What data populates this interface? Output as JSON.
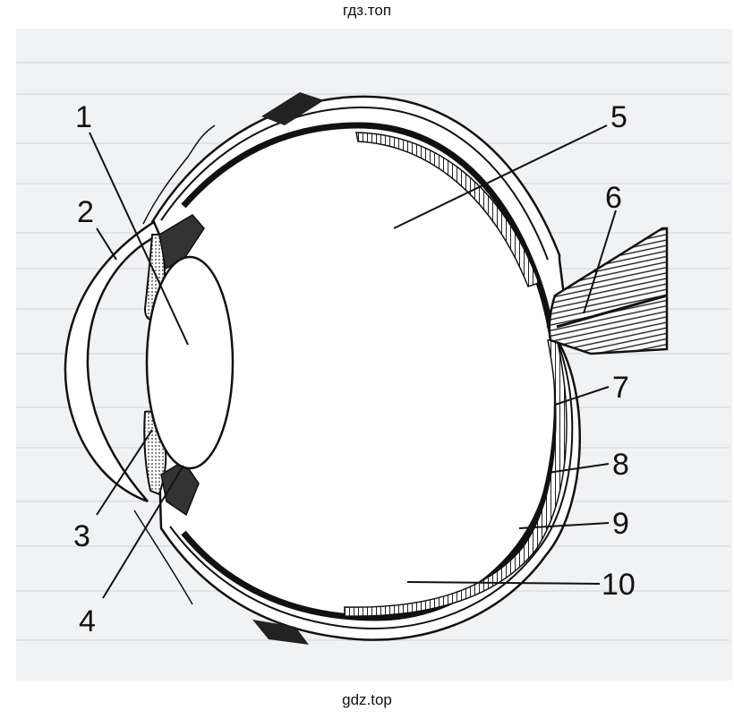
{
  "watermark_top": "гдз.топ",
  "watermark_bottom": "gdz.top",
  "labels": [
    "1",
    "2",
    "3",
    "4",
    "5",
    "6",
    "7",
    "8",
    "9",
    "10"
  ],
  "colors": {
    "ink": "#1a1a1a",
    "paper": "#f1f2f4",
    "background": "#ffffff"
  }
}
